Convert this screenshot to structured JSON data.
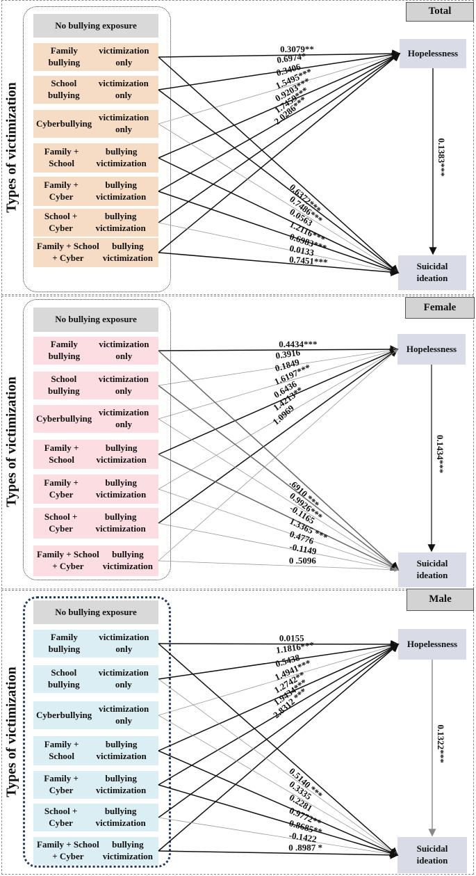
{
  "group_axis_label": "Types of victimization",
  "nodes": {
    "mediator": "Hopelessness",
    "outcome": "Suicidal ideation",
    "outcome_lines": [
      "Suicidal",
      "ideation"
    ]
  },
  "categories": [
    {
      "id": "none",
      "label": "No bullying exposure"
    },
    {
      "id": "family",
      "label": "Family bullying victimization only"
    },
    {
      "id": "school",
      "label": "School bullying victimization only"
    },
    {
      "id": "cyber",
      "label": "Cyberbullying victimization only"
    },
    {
      "id": "family_school",
      "label": "Family + School bullying victimization"
    },
    {
      "id": "family_cyber",
      "label": "Family + Cyber bullying victimization"
    },
    {
      "id": "school_cyber",
      "label": "School + Cyber bullying victimization"
    },
    {
      "id": "all",
      "label": "Family + School + Cyber bullying victimization"
    }
  ],
  "category_lines": [
    [
      "No bullying exposure"
    ],
    [
      "Family bullying",
      "victimization only"
    ],
    [
      "School bullying",
      "victimization only"
    ],
    [
      "Cyberbullying",
      "victimization only"
    ],
    [
      "Family + School",
      "bullying victimization"
    ],
    [
      "Family + Cyber",
      "bullying victimization"
    ],
    [
      "School + Cyber",
      "bullying victimization"
    ],
    [
      "Family + School + Cyber",
      "bullying victimization"
    ]
  ],
  "colors": {
    "total_box": "#f6dcc5",
    "female_box": "#fcdde2",
    "male_box": "#dbeef3",
    "no_bullying_box": "#d9d9d9",
    "node_box": "#d9dce6",
    "header_box": "#d3d3d3",
    "male_frame": "#1f3864"
  },
  "panels": [
    {
      "id": "total",
      "title": "Total",
      "hopelessness_to_ideation": "0.1383***",
      "paths_to_hopelessness": [
        {
          "from": "family",
          "coef": "0.3079**",
          "strong": true
        },
        {
          "from": "school",
          "coef": "0.6974*",
          "strong": true
        },
        {
          "from": "cyber",
          "coef": "0.3406",
          "strong": false
        },
        {
          "from": "family_school",
          "coef": "1.5495***",
          "strong": true
        },
        {
          "from": "family_cyber",
          "coef": "0.9203***",
          "strong": true
        },
        {
          "from": "school_cyber",
          "coef": "1.7459***",
          "strong": true
        },
        {
          "from": "all",
          "coef": "2.0286***",
          "strong": true
        }
      ],
      "paths_to_ideation": [
        {
          "from": "family",
          "coef": "0.6372***",
          "strong": true
        },
        {
          "from": "school",
          "coef": "0.7486***",
          "strong": true
        },
        {
          "from": "cyber",
          "coef": "0.0563",
          "strong": false
        },
        {
          "from": "family_school",
          "coef": "1.2116***",
          "strong": true
        },
        {
          "from": "family_cyber",
          "coef": "0.6983***",
          "strong": true
        },
        {
          "from": "school_cyber",
          "coef": "0.0133",
          "strong": false
        },
        {
          "from": "all",
          "coef": "0.7451***",
          "strong": true
        }
      ]
    },
    {
      "id": "female",
      "title": "Female",
      "hopelessness_to_ideation": "0.1434***",
      "paths_to_hopelessness": [
        {
          "from": "family",
          "coef": "0.4434***",
          "strong": true
        },
        {
          "from": "school",
          "coef": "0.3916",
          "strong": false
        },
        {
          "from": "cyber",
          "coef": "0.1849",
          "strong": false
        },
        {
          "from": "family_school",
          "coef": "1.6197***",
          "strong": true
        },
        {
          "from": "family_cyber",
          "coef": "0.6436",
          "strong": false
        },
        {
          "from": "school_cyber",
          "coef": "1.4213**",
          "strong": true
        },
        {
          "from": "all",
          "coef": "1.0969",
          "strong": false
        }
      ],
      "paths_to_ideation": [
        {
          "from": "family",
          "coef": ".6910 ***",
          "strong": true
        },
        {
          "from": "school",
          "coef": "0.9926***",
          "strong": true
        },
        {
          "from": "cyber",
          "coef": "-0.1165",
          "strong": false
        },
        {
          "from": "family_school",
          "coef": "1.3365 ***",
          "strong": true
        },
        {
          "from": "family_cyber",
          "coef": "0.4776",
          "strong": false
        },
        {
          "from": "school_cyber",
          "coef": "-0.1149",
          "strong": false
        },
        {
          "from": "all",
          "coef": "0 .5096",
          "strong": false
        }
      ]
    },
    {
      "id": "male",
      "title": "Male",
      "hopelessness_to_ideation": "0.1322***",
      "paths_to_hopelessness": [
        {
          "from": "family",
          "coef": "0.0155",
          "strong": true
        },
        {
          "from": "school",
          "coef": "1.1816***",
          "strong": true
        },
        {
          "from": "cyber",
          "coef": "0.5438",
          "strong": false
        },
        {
          "from": "family_school",
          "coef": "1.4941***",
          "strong": true
        },
        {
          "from": "family_cyber",
          "coef": "1.2742**",
          "strong": true
        },
        {
          "from": "school_cyber",
          "coef": "1.9434***",
          "strong": true
        },
        {
          "from": "all",
          "coef": "2.8312 ***",
          "strong": true
        }
      ],
      "paths_to_ideation": [
        {
          "from": "family",
          "coef": "0.5140 ***",
          "strong": true
        },
        {
          "from": "school",
          "coef": "0.3335",
          "strong": false
        },
        {
          "from": "cyber",
          "coef": "0.2281",
          "strong": false
        },
        {
          "from": "family_school",
          "coef": "0.9772**",
          "strong": true
        },
        {
          "from": "family_cyber",
          "coef": "0.8685**",
          "strong": true
        },
        {
          "from": "school_cyber",
          "coef": "-0.1422",
          "strong": false
        },
        {
          "from": "all",
          "coef": "0 .8987 *",
          "strong": true
        }
      ]
    }
  ]
}
